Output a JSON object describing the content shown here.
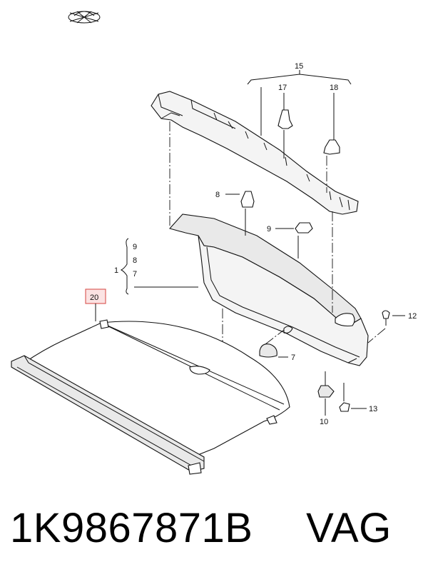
{
  "callouts": {
    "c1": "1",
    "c7a": "7",
    "c7b": "7",
    "c8a": "8",
    "c8b": "8",
    "c9a": "9",
    "c9b": "9",
    "c10": "10",
    "c12": "12",
    "c13": "13",
    "c15": "15",
    "c17": "17",
    "c18": "18",
    "c20": "20"
  },
  "highlight_color": "#d9534f",
  "caption": {
    "part_number": "1K9867871B",
    "brand": "VAG"
  }
}
